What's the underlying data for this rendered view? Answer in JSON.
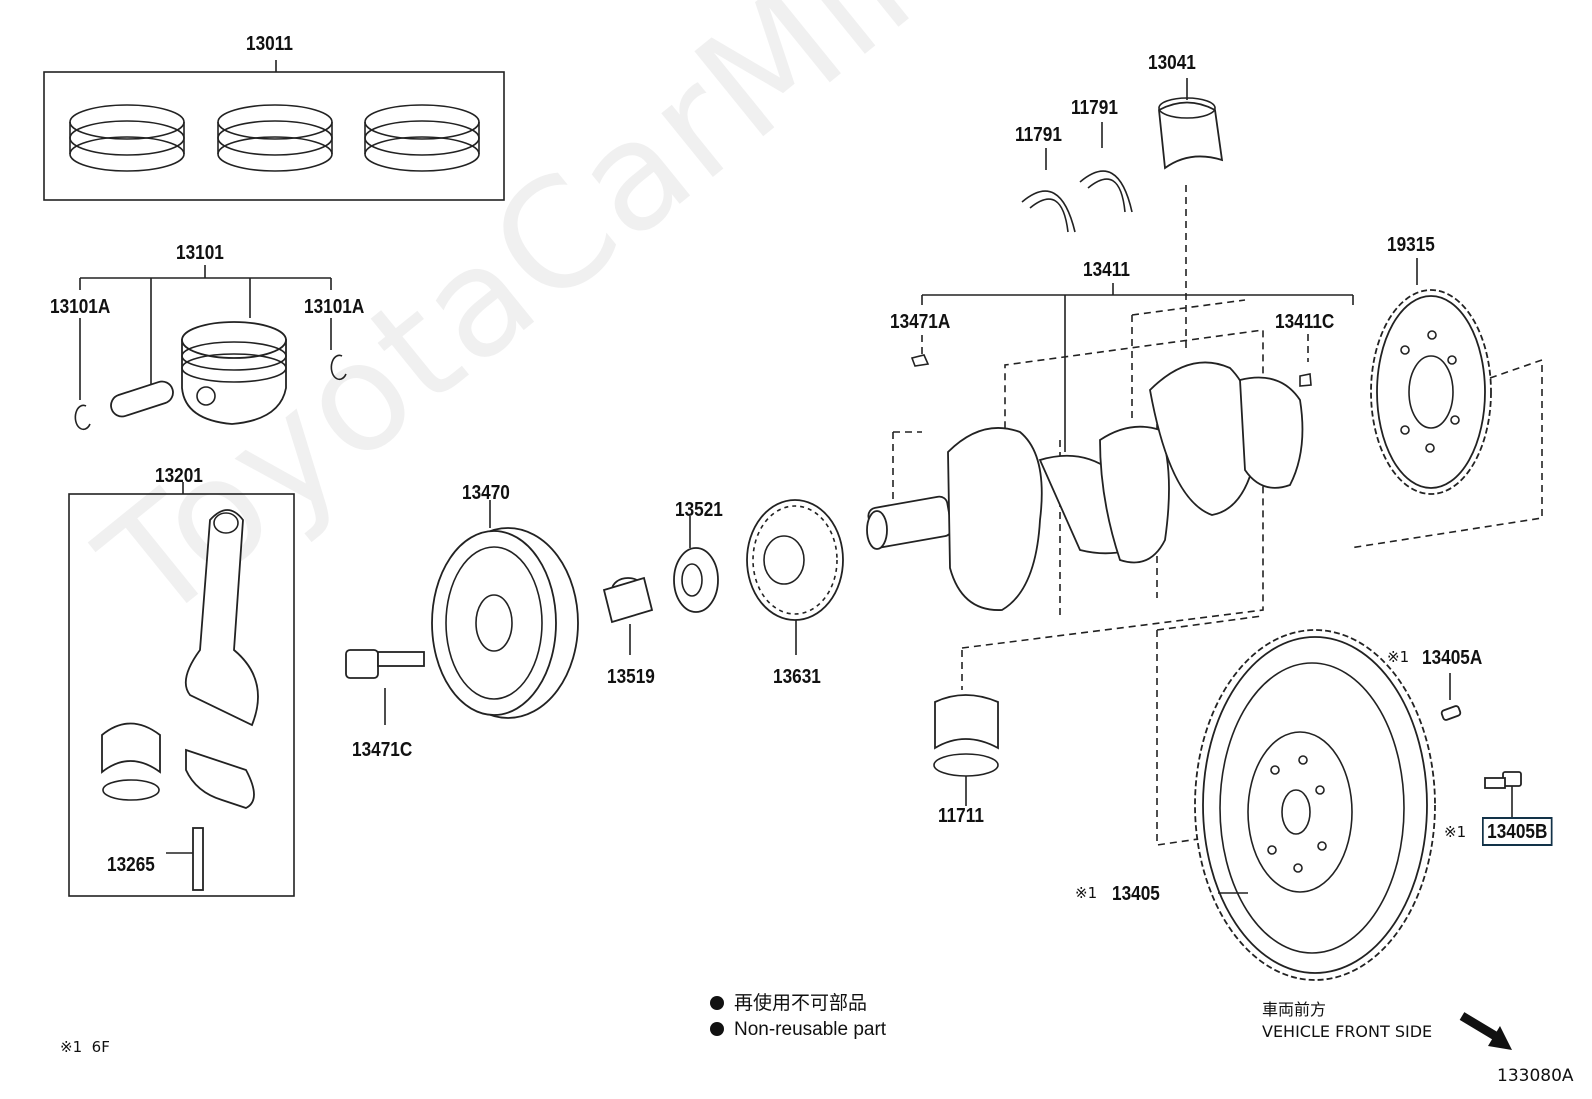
{
  "watermark": "ToyotaCarMine.ru",
  "parts": {
    "p13011": "13011",
    "p13101": "13101",
    "p13101A_left": "13101A",
    "p13101A_right": "13101A",
    "p13201": "13201",
    "p13265": "13265",
    "p13470": "13470",
    "p13471C": "13471C",
    "p13519": "13519",
    "p13521": "13521",
    "p13631": "13631",
    "p11791_a": "11791",
    "p11791_b": "11791",
    "p13041": "13041",
    "p13411": "13411",
    "p13471A": "13471A",
    "p13411C": "13411C",
    "p19315": "19315",
    "p11711": "11711",
    "p13405A": "13405A",
    "p13405B": "13405B",
    "p13405": "13405"
  },
  "marks": {
    "mark_13405A": "※1",
    "mark_13405B": "※1",
    "mark_13405": "※1"
  },
  "legend": {
    "line_jp": "再使用不可部品",
    "line_en": "Non-reusable part"
  },
  "footnote": {
    "mark": "※1",
    "text": "6F"
  },
  "direction": {
    "jp": "車両前方",
    "en": "VEHICLE FRONT SIDE"
  },
  "diagram_code": "133080A",
  "highlighted_part": "13405B"
}
